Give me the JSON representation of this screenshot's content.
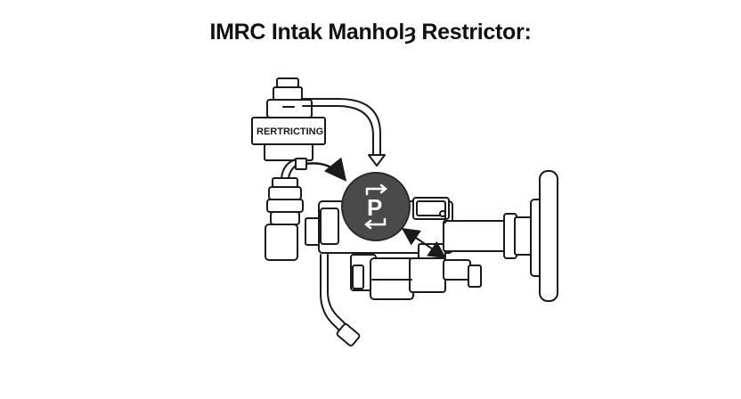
{
  "title": "IMRC Intak Manholȝ Restrictor:",
  "labels": {
    "restricting": "RERTRICTING",
    "badge": "P"
  },
  "colors": {
    "line": "#1a1a1a",
    "badge_fill": "#4a4a4a",
    "background": "#ffffff"
  }
}
